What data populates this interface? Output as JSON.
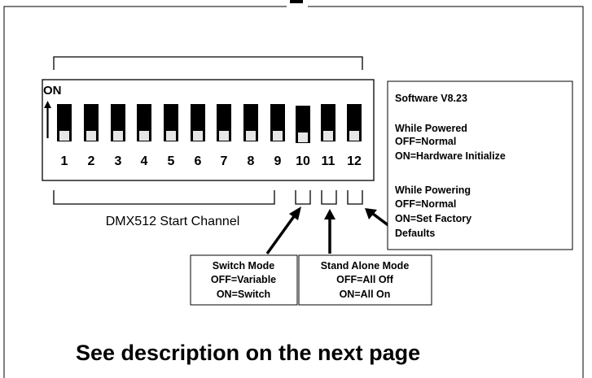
{
  "diagram": {
    "switch_panel": {
      "on_label": "ON",
      "switch_numbers": [
        "1",
        "2",
        "3",
        "4",
        "5",
        "6",
        "7",
        "8",
        "9",
        "10",
        "11",
        "12"
      ]
    },
    "dmx_label": "DMX512 Start Channel",
    "software_box": {
      "version": "Software V8.23",
      "while_powered_heading": "While Powered",
      "while_powered_off": "OFF=Normal",
      "while_powered_on": "ON=Hardware Initialize",
      "while_powering_heading": "While Powering",
      "while_powering_off": "OFF=Normal",
      "while_powering_on_line1": "ON=Set Factory",
      "while_powering_on_line2": "Defaults"
    },
    "switch_mode_box": {
      "title": "Switch Mode",
      "off": "OFF=Variable",
      "on": "ON=Switch"
    },
    "stand_alone_box": {
      "title": "Stand Alone Mode",
      "off": "OFF=All Off",
      "on": "ON=All On"
    },
    "footer_note": "See description on the next page",
    "colors": {
      "ink": "#000000",
      "paper": "#ffffff",
      "switch_slot": "#e6e6e6"
    }
  }
}
